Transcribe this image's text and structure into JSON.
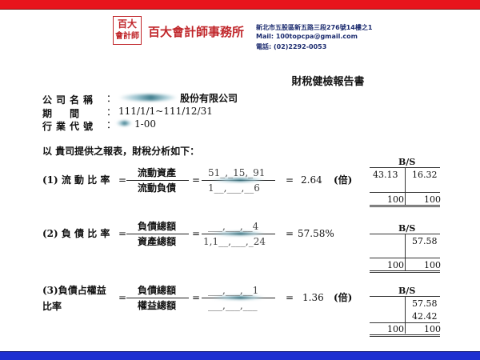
{
  "header": {
    "seal": [
      "百大",
      "會計師"
    ],
    "firm": "百大會計師事務所",
    "address": "新北市五股區新五路三段276號14樓之1",
    "mail": "Mail: 100topcpa@gmail.com",
    "phone": "電話: (02)2292-0053",
    "colors": {
      "top_bar": "#e8141c",
      "bottom_bar": "#1d2fd0",
      "brand": "#c0262a"
    }
  },
  "report": {
    "title": "財稅健檢報告書",
    "fields": [
      {
        "label": "公司名稱",
        "value": "股份有限公司"
      },
      {
        "label": "期　間",
        "value": "111/1/1~111/12/31"
      },
      {
        "label": "行業代號",
        "value": "1-00"
      }
    ],
    "intro": "以 貴司提供之報表，財稅分析如下：",
    "ratios": [
      {
        "label": "(1) 流 動 比 率",
        "num_label": "流動資產",
        "den_label": "流動負債",
        "num_value": "51_,_15,_91",
        "den_value": "1__,___,__6",
        "result": "2.64",
        "unit": "(倍)",
        "table": {
          "title": "B/S",
          "rows": [
            [
              "43.13",
              "16.32"
            ]
          ],
          "totals": [
            "100",
            "100"
          ]
        }
      },
      {
        "label": "(2) 負 債 比 率",
        "num_label": "負債總額",
        "den_label": "資產總額",
        "num_value": "___,___,__4",
        "den_value": "1,1__,___,_24",
        "result": "57.58%",
        "unit": "",
        "table": {
          "title": "B/S",
          "rows": [
            [
              "",
              "57.58"
            ]
          ],
          "totals": [
            "100",
            "100"
          ]
        }
      },
      {
        "label_line1": "(3)負債占權益",
        "label_line2": "比率",
        "num_label": "負債總額",
        "den_label": "權益總額",
        "num_value": "___,___,__1",
        "den_value": "___,___,___",
        "result": "1.36",
        "unit": "(倍)",
        "table": {
          "title": "B/S",
          "rows": [
            [
              "",
              "57.58"
            ],
            [
              "",
              "42.42"
            ]
          ],
          "totals": [
            "100",
            "100"
          ]
        }
      }
    ]
  }
}
